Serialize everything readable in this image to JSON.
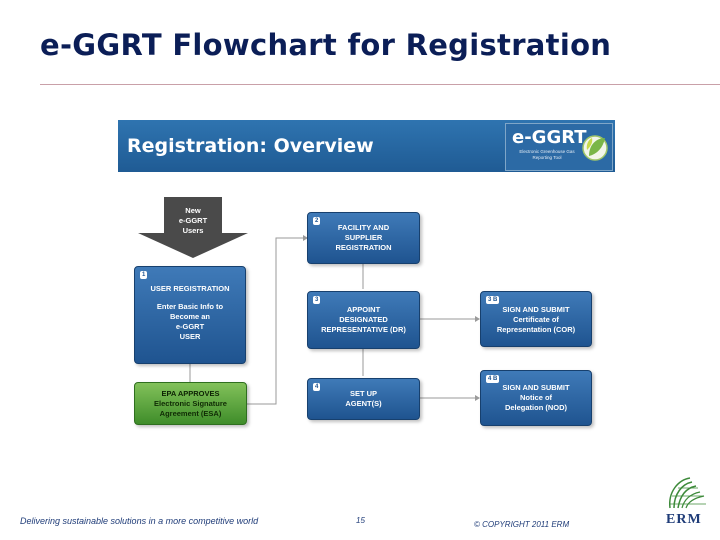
{
  "slide": {
    "title": "e-GGRT Flowchart for Registration",
    "footer_tagline": "Delivering sustainable solutions in a more competitive world",
    "page_number": "15",
    "copyright": "© COPYRIGHT 2011 ERM",
    "footer_logo_text": "ERM"
  },
  "banner": {
    "title": "Registration:  Overview",
    "logo_name": "e-GGRT",
    "logo_subtitle": "Electronic Greenhouse Gas Reporting Tool"
  },
  "colors": {
    "title": "#0b1e57",
    "banner": "#2f74b0",
    "step_box": "#2a66a6",
    "approve_box": "#5fa83f",
    "arrow_start": "#4a4a4a"
  },
  "flow": {
    "start": [
      "New",
      "e-GGRT",
      "Users"
    ],
    "step1": {
      "num": "1",
      "head": "USER REGISTRATION",
      "lines": [
        "Enter Basic Info to",
        "Become an",
        "e-GGRT",
        "USER"
      ]
    },
    "approve": {
      "head": "EPA APPROVES",
      "lines": [
        "Electronic Signature",
        "Agreement (ESA)"
      ]
    },
    "step2": {
      "num": "2",
      "lines": [
        "FACILITY AND",
        "SUPPLIER",
        "REGISTRATION"
      ]
    },
    "step3": {
      "num": "3",
      "lines": [
        "APPOINT",
        "DESIGNATED",
        "REPRESENTATIVE (DR)"
      ]
    },
    "step3b": {
      "num": "3 B",
      "lines": [
        "SIGN AND SUBMIT",
        "Certificate of",
        "Representation (COR)"
      ]
    },
    "step4": {
      "num": "4",
      "lines": [
        "SET UP",
        "AGENT(S)"
      ]
    },
    "step4b": {
      "num": "4 B",
      "lines": [
        "SIGN AND SUBMIT",
        "Notice of",
        "Delegation (NOD)"
      ]
    }
  }
}
